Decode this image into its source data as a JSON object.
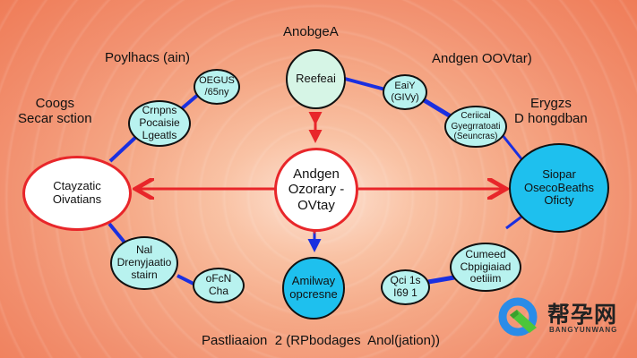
{
  "diagram": {
    "colors": {
      "background": "#f29170",
      "connector_blue": "#1a2fe0",
      "arrow_red": "#e8262a",
      "node_light": "#b8f2ef",
      "node_cyan": "#1ec0ee",
      "node_mint": "#d6f5e6"
    },
    "center_node": {
      "lines": [
        "Andgen",
        "Ozorary -",
        "OVtay"
      ]
    },
    "top_label": "AnobgeA",
    "top_node": {
      "text": "Reefeai"
    },
    "bottom_node": {
      "lines": [
        "Amilway",
        "opcresne"
      ]
    },
    "left_main_node": {
      "lines": [
        "Ctayzatic",
        "Oivatians"
      ]
    },
    "right_main_node": {
      "lines": [
        "Siopar",
        "OsecoBeaths",
        "Oficty"
      ]
    },
    "labels": {
      "top_left": "Poylhacs (ain)",
      "left": [
        "Coogs",
        "Secar sction"
      ],
      "top_right": "Andgen OOVtar)",
      "right": [
        "Erygzs",
        "D hongdban"
      ],
      "bottom": "Pastliaaion  2 (RPbodages  Anol(jation))"
    },
    "upper_left_nodes": [
      {
        "lines": [
          "Crnpns",
          "Pocaisie",
          "Lgeatls"
        ]
      },
      {
        "lines": [
          "OEGUS",
          "/65ny"
        ]
      }
    ],
    "upper_right_nodes": [
      {
        "lines": [
          "EaiY",
          "(GIVy)"
        ]
      },
      {
        "lines": [
          "Ceriical",
          "Gyegrratoati",
          "(Seuncras)"
        ]
      }
    ],
    "lower_left_nodes": [
      {
        "lines": [
          "Nal",
          "Drenyjaatio",
          "stairn"
        ]
      },
      {
        "lines": [
          "oFcN",
          "Cha"
        ]
      }
    ],
    "lower_right_nodes": [
      {
        "lines": [
          "Cumeed",
          "Cbpigiaiad",
          "oetiiim"
        ]
      },
      {
        "lines": [
          "Qci 1s",
          "I69 1"
        ]
      }
    ]
  },
  "watermark": {
    "chinese": "帮孕网",
    "latin": "BANGYUNWANG"
  }
}
